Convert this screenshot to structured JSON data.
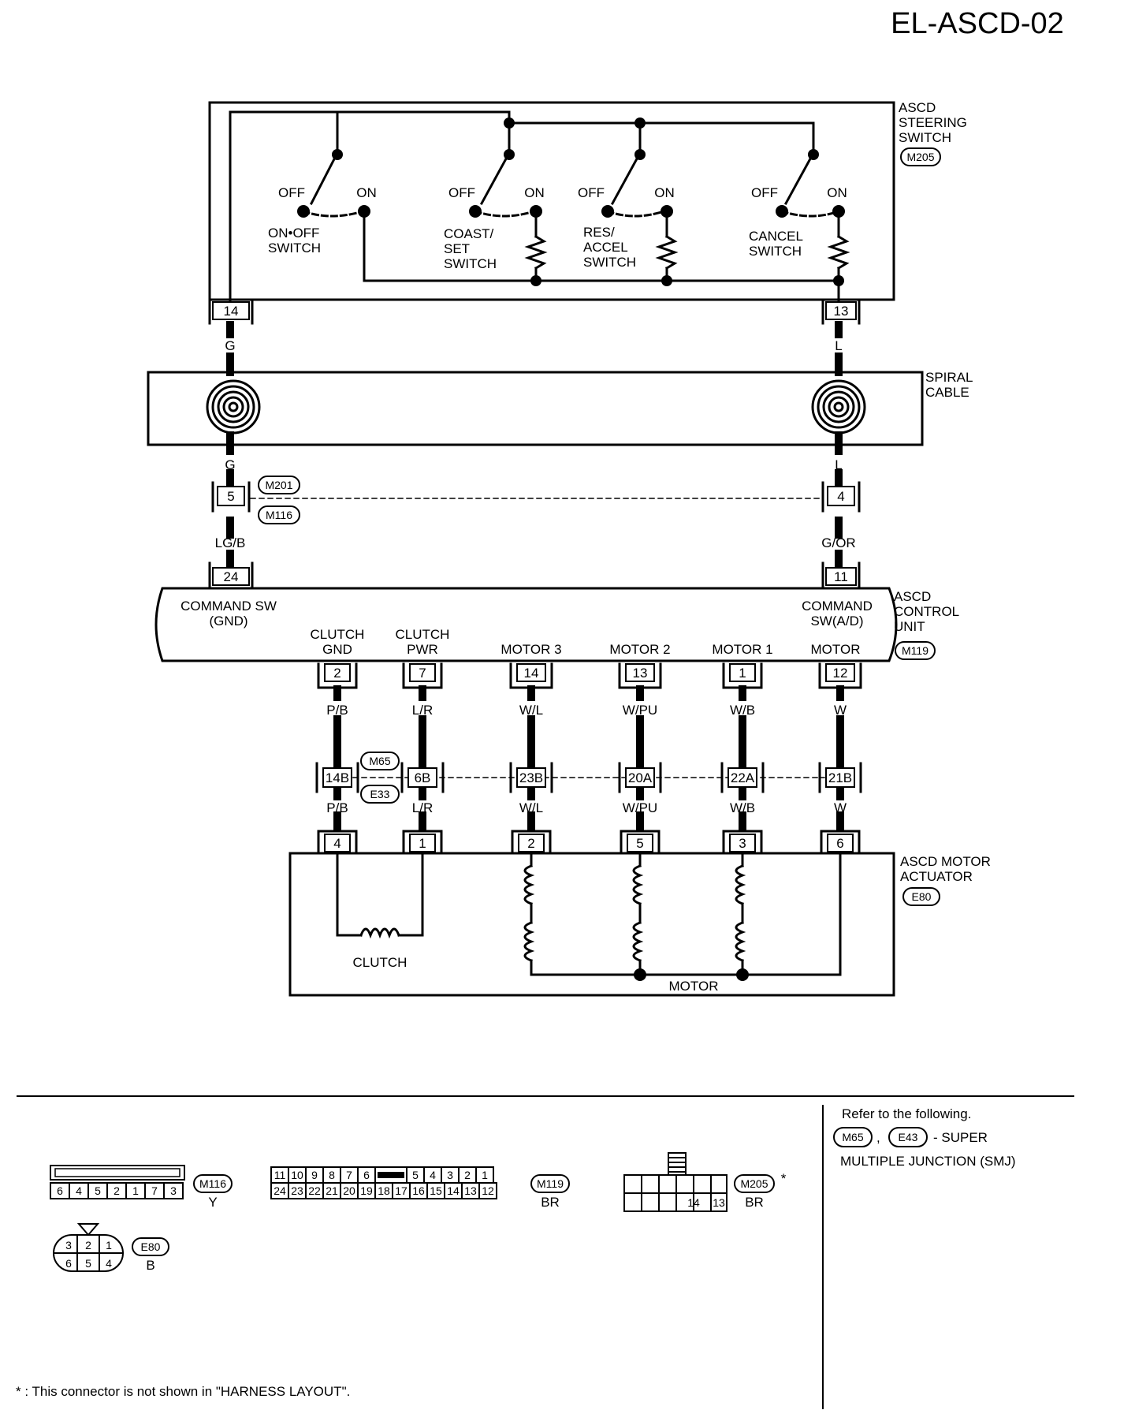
{
  "page_code": "EL-ASCD-02",
  "steering_switch": {
    "title": [
      "ASCD",
      "STEERING",
      "SWITCH"
    ],
    "connector": "M205",
    "switches": [
      {
        "off": "OFF",
        "on": "ON",
        "name": [
          "ON•OFF",
          "SWITCH"
        ]
      },
      {
        "off": "OFF",
        "on": "ON",
        "name": [
          "COAST/",
          "SET",
          "SWITCH"
        ]
      },
      {
        "off": "OFF",
        "on": "ON",
        "name": [
          "RES/",
          "ACCEL",
          "SWITCH"
        ]
      },
      {
        "off": "OFF",
        "on": "ON",
        "name": [
          "CANCEL",
          "SWITCH"
        ]
      }
    ],
    "pins": {
      "left": "14",
      "right": "13"
    }
  },
  "spiral_cable": {
    "title": [
      "SPIRAL",
      "CABLE"
    ]
  },
  "wires_top": {
    "left_1": "G",
    "right_1": "L",
    "left_2": "G",
    "right_2": "L",
    "left_3": "LG/B",
    "right_3": "G/OR"
  },
  "joint_connector": {
    "ids": [
      "M201",
      "M116"
    ],
    "left_pin": "5",
    "right_pin": "4"
  },
  "control_unit": {
    "title": [
      "ASCD",
      "CONTROL",
      "UNIT"
    ],
    "connector": "M119",
    "top_pins": {
      "left": "24",
      "right": "11"
    },
    "command_gnd": [
      "COMMAND SW",
      "(GND)"
    ],
    "command_ad": [
      "COMMAND",
      "SW(A/D)"
    ],
    "terminals": [
      {
        "name": [
          "CLUTCH",
          "GND"
        ],
        "pin": "2",
        "wire": "P/B",
        "smj": "14B",
        "pin2": "4"
      },
      {
        "name": [
          "CLUTCH",
          "PWR"
        ],
        "pin": "7",
        "wire": "L/R",
        "smj": "6B",
        "pin2": "1"
      },
      {
        "name": [
          "MOTOR 3"
        ],
        "pin": "14",
        "wire": "W/L",
        "smj": "23B",
        "pin2": "2"
      },
      {
        "name": [
          "MOTOR 2"
        ],
        "pin": "13",
        "wire": "W/PU",
        "smj": "20A",
        "pin2": "5"
      },
      {
        "name": [
          "MOTOR 1"
        ],
        "pin": "1",
        "wire": "W/B",
        "smj": "22A",
        "pin2": "3"
      },
      {
        "name": [
          "MOTOR"
        ],
        "pin": "12",
        "wire": "W",
        "smj": "21B",
        "pin2": "6"
      }
    ]
  },
  "smj_ids": [
    "M65",
    "E33"
  ],
  "motor_actuator": {
    "title": [
      "ASCD MOTOR",
      "ACTUATOR"
    ],
    "connector": "E80",
    "clutch": "CLUTCH",
    "motor": "MOTOR"
  },
  "connector_views": {
    "m116": {
      "id": "M116",
      "color": "Y",
      "pins": [
        "6",
        "4",
        "5",
        "2",
        "1",
        "7",
        "3"
      ]
    },
    "m119": {
      "id": "M119",
      "color": "BR",
      "top": [
        "11",
        "10",
        "9",
        "8",
        "7",
        "6",
        "5",
        "4",
        "3",
        "2",
        "1"
      ],
      "bottom": [
        "24",
        "23",
        "22",
        "21",
        "20",
        "19",
        "18",
        "17",
        "16",
        "15",
        "14",
        "13",
        "12"
      ]
    },
    "m205": {
      "id": "M205",
      "color": "BR",
      "star": "*",
      "pins": [
        "14",
        "13"
      ]
    },
    "e80": {
      "id": "E80",
      "color": "B",
      "top": [
        "3",
        "2",
        "1"
      ],
      "bottom": [
        "6",
        "5",
        "4"
      ]
    }
  },
  "reference": {
    "line1": "Refer to the following.",
    "id1": "M65",
    "comma": ",",
    "id2": "E43",
    "line2": "- SUPER",
    "line3": "MULTIPLE JUNCTION (SMJ)"
  },
  "footnote": "* : This connector is not shown in \"HARNESS LAYOUT\"."
}
